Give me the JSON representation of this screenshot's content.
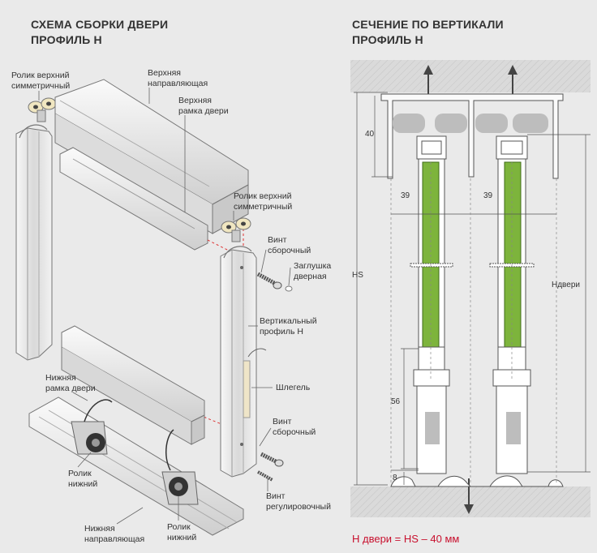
{
  "left_panel": {
    "title_line1": "СХЕМА СБОРКИ ДВЕРИ",
    "title_line2": "ПРОФИЛЬ Н",
    "labels": {
      "top_roller_left_1": "Ролик верхний",
      "top_roller_left_2": "симметричный",
      "top_guide_1": "Верхняя",
      "top_guide_2": "направляющая",
      "top_frame_1": "Верхняя",
      "top_frame_2": "рамка двери",
      "top_roller_right_1": "Ролик верхний",
      "top_roller_right_2": "симметричный",
      "screw_assembly_top_1": "Винт",
      "screw_assembly_top_2": "сборочный",
      "door_plug_1": "Заглушка",
      "door_plug_2": "дверная",
      "vertical_profile_1": "Вертикальный",
      "vertical_profile_2": "профиль Н",
      "bottom_frame_1": "Нижняя",
      "bottom_frame_2": "рамка двери",
      "schlegel": "Шлегель",
      "screw_assembly_bottom_1": "Винт",
      "screw_assembly_bottom_2": "сборочный",
      "bottom_roller_left_1": "Ролик",
      "bottom_roller_left_2": "нижний",
      "adjust_screw_1": "Винт",
      "adjust_screw_2": "регулировочный",
      "bottom_guide_1": "Нижняя",
      "bottom_guide_2": "направляющая",
      "bottom_roller_right_1": "Ролик",
      "bottom_roller_right_2": "нижний"
    }
  },
  "right_panel": {
    "title_line1": "СЕЧЕНИЕ ПО ВЕРТИКАЛИ",
    "title_line2": "ПРОФИЛЬ Н",
    "dims": {
      "d40": "40",
      "d39_left": "39",
      "d39_right": "39",
      "hs": "HS",
      "h_door": "Hдвери",
      "d56": "56",
      "d8": "8"
    },
    "formula": "Н двери = HS – 40 мм"
  },
  "colors": {
    "background": "#eaeaea",
    "glass_green": "#7db43c",
    "formula_red": "#c8102e",
    "ceiling": "#d8d8d8"
  }
}
